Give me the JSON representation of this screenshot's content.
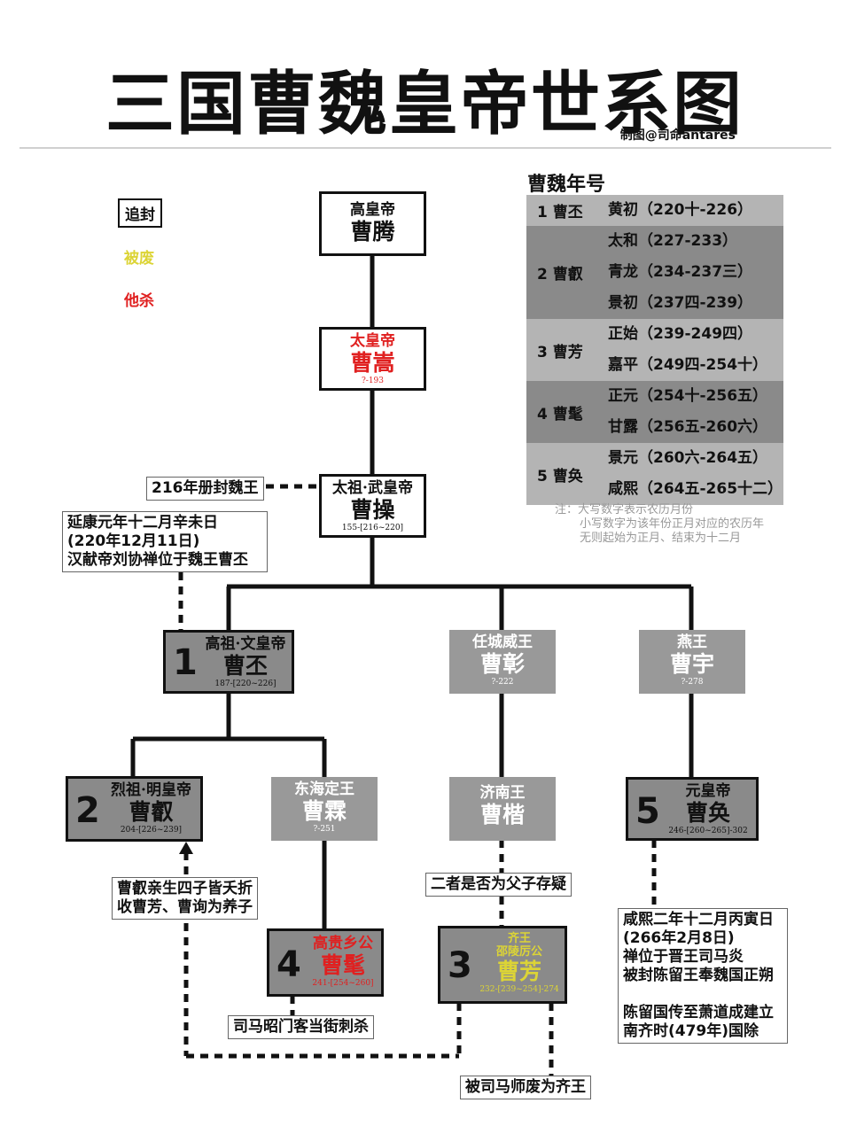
{
  "title": "三国曹魏皇帝世系图",
  "credit": "制图@司命antares",
  "legend": [
    {
      "label": "追封",
      "color": "#111111",
      "boxed": true
    },
    {
      "label": "被废",
      "color": "#dcd436",
      "boxed": false
    },
    {
      "label": "他杀",
      "color": "#e02020",
      "boxed": false
    }
  ],
  "nodes": {
    "caoteng": {
      "title": "高皇帝",
      "name": "曹腾",
      "years": ""
    },
    "caosong": {
      "title": "太皇帝",
      "name": "曹嵩",
      "years": "?-193"
    },
    "caocao": {
      "title": "太祖·武皇帝",
      "name": "曹操",
      "years": "155-[216~220]"
    },
    "caopi": {
      "num": "1",
      "title": "高祖·文皇帝",
      "name": "曹丕",
      "years": "187-[220~226]"
    },
    "caozhang": {
      "title": "任城威王",
      "name": "曹彰",
      "years": "?-222"
    },
    "caoyu": {
      "title": "燕王",
      "name": "曹宇",
      "years": "?-278"
    },
    "caorui": {
      "num": "2",
      "title": "烈祖·明皇帝",
      "name": "曹叡",
      "years": "204-[226~239]"
    },
    "caolin": {
      "title": "东海定王",
      "name": "曹霖",
      "years": "?-251"
    },
    "caokai": {
      "title": "济南王",
      "name": "曹楷",
      "years": ""
    },
    "caohuan": {
      "num": "5",
      "title": "元皇帝",
      "name": "曹奂",
      "years": "246-[260~265]-302"
    },
    "caomao": {
      "num": "4",
      "title": "高贵乡公",
      "name": "曹髦",
      "years": "241-[254~260]"
    },
    "caofang": {
      "num": "3",
      "title": "齐王",
      "title2": "邵陵厉公",
      "name": "曹芳",
      "years": "232-[239~254]-274"
    }
  },
  "notes": {
    "wei_king": "216年册封魏王",
    "abdication": [
      "延康元年十二月辛未日",
      "(220年12月11日)",
      "汉献帝刘协禅位于魏王曹丕"
    ],
    "adopt": [
      "曹叡亲生四子皆夭折",
      "收曹芳、曹询为养子"
    ],
    "doubt": "二者是否为父子存疑",
    "end": [
      "咸熙二年十二月丙寅日",
      "(266年2月8日)",
      "禅位于晋王司马炎",
      "被封陈留王奉魏国正朔",
      "",
      "陈留国传至萧道成建立",
      "南齐时(479年)国除"
    ],
    "killed": "司马昭门客当街刺杀",
    "deposed": "被司马师废为齐王"
  },
  "eras": {
    "title": "曹魏年号",
    "rows": [
      {
        "emperor": "1 曹丕",
        "names": [
          "黄初（220十-226）"
        ],
        "bg": "#b4b4b4"
      },
      {
        "emperor": "2 曹叡",
        "names": [
          "太和（227-233）",
          "青龙（234-237三）",
          "景初（237四-239）"
        ],
        "bg": "#8a8a8a"
      },
      {
        "emperor": "3 曹芳",
        "names": [
          "正始（239-249四）",
          "嘉平（249四-254十）"
        ],
        "bg": "#b4b4b4"
      },
      {
        "emperor": "4 曹髦",
        "names": [
          "正元（254十-256五）",
          "甘露（256五-260六）"
        ],
        "bg": "#8a8a8a"
      },
      {
        "emperor": "5 曹奂",
        "names": [
          "景元（260六-264五）",
          "咸熙（264五-265十二）"
        ],
        "bg": "#b4b4b4"
      }
    ],
    "note": [
      "注：大写数字表示农历月份",
      "小写数字为该年份正月对应的农历年",
      "无则起始为正月、结束为十二月"
    ]
  }
}
